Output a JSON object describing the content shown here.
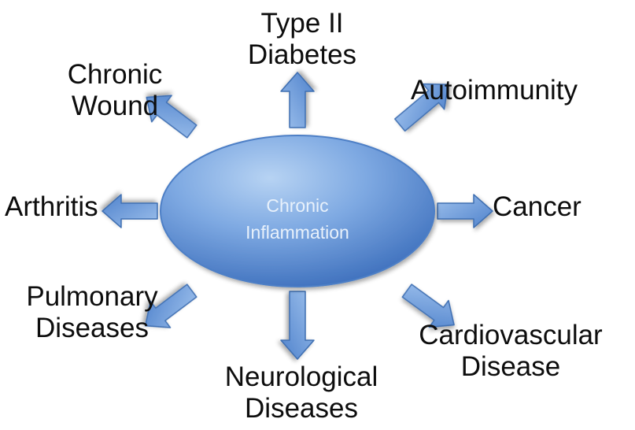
{
  "diagram": {
    "center": {
      "line1": "Chronic",
      "line2": "Inflammation"
    },
    "outcomes": {
      "type2_diabetes": {
        "line1": "Type II",
        "line2": "Diabetes"
      },
      "autoimmunity": {
        "line1": "Autoimmunity"
      },
      "cancer": {
        "line1": "Cancer"
      },
      "cardiovascular": {
        "line1": "Cardiovascular",
        "line2": "Disease"
      },
      "neurological": {
        "line1": "Neurological",
        "line2": "Diseases"
      },
      "pulmonary": {
        "line1": "Pulmonary",
        "line2": "Diseases"
      },
      "arthritis": {
        "line1": "Arthritis"
      },
      "chronic_wound": {
        "line1": "Chronic",
        "line2": "Wound"
      }
    },
    "colors": {
      "ellipse_light": "#a9c8ee",
      "ellipse_mid": "#6f9fdc",
      "ellipse_dark": "#3f72c0",
      "arrow_fill": "#6f9fdc",
      "arrow_stroke": "#3f6fb2",
      "text": "#0d0d0d"
    }
  }
}
